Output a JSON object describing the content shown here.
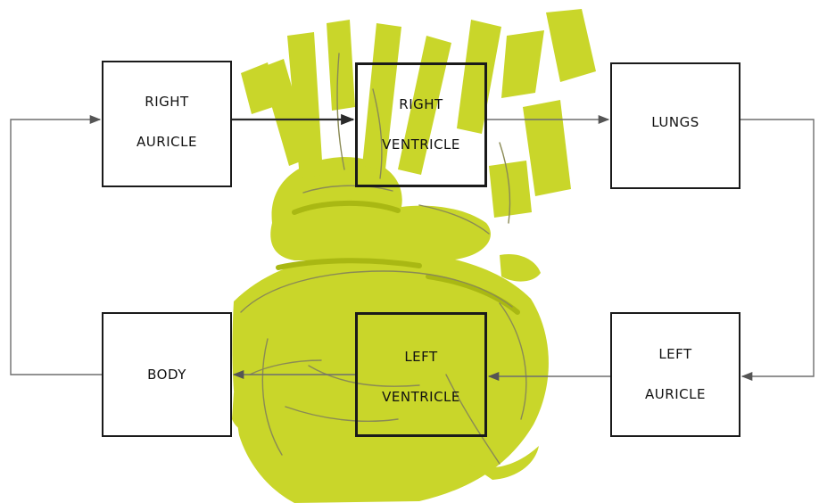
{
  "diagram": {
    "nodes": {
      "right_auricle": {
        "line1": "RIGHT",
        "line2": "AURICLE"
      },
      "right_ventricle": {
        "line1": "RIGHT",
        "line2": "VENTRICLE"
      },
      "lungs": {
        "label": "LUNGS"
      },
      "body": {
        "label": "BODY"
      },
      "left_ventricle": {
        "line1": "LEFT",
        "line2": "VENTRICLE"
      },
      "left_auricle": {
        "line1": "LEFT",
        "line2": "AURICLE"
      }
    },
    "edges": [
      {
        "from": "right_auricle",
        "to": "right_ventricle"
      },
      {
        "from": "right_ventricle",
        "to": "lungs"
      },
      {
        "from": "lungs",
        "to": "left_auricle"
      },
      {
        "from": "left_auricle",
        "to": "left_ventricle"
      },
      {
        "from": "left_ventricle",
        "to": "body"
      },
      {
        "from": "body",
        "to": "right_auricle"
      }
    ],
    "illustration": "heart-illustration",
    "colors": {
      "box_border": "#1a1a1a",
      "line": "#6e6e6e",
      "arrow": "#555555",
      "heart_fill": "#c9d62a",
      "heart_dark": "#a9b813",
      "heart_sketch": "#8a8a55"
    }
  }
}
